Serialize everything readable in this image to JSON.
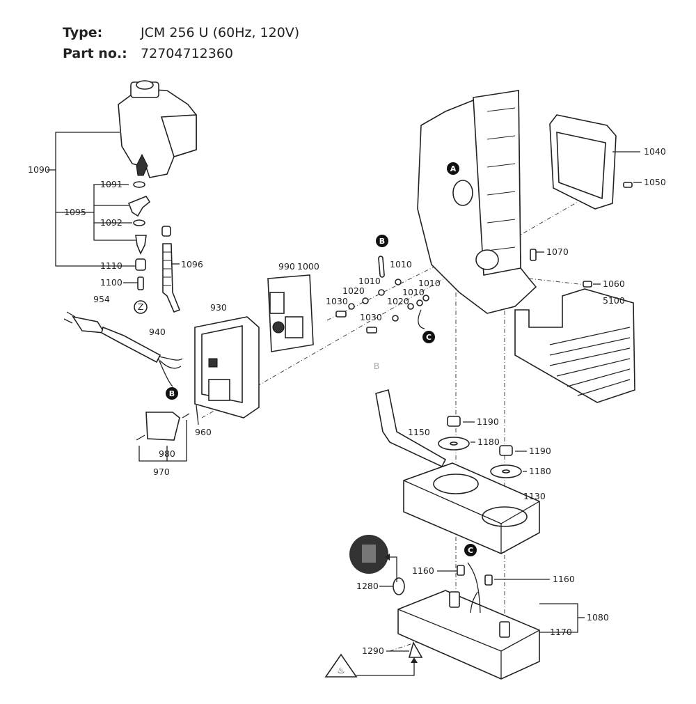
{
  "header": {
    "type_label": "Type:",
    "type_value": "JCM 256 U (60Hz, 120V)",
    "part_label": "Part no.:",
    "part_value": "72704712360"
  },
  "parts": {
    "p1090": "1090",
    "p1091": "1091",
    "p1095": "1095",
    "p1092": "1092",
    "p1110": "1110",
    "p1100": "1100",
    "p1096": "1096",
    "p954": "954",
    "p940": "940",
    "p930": "930",
    "p960": "960",
    "p980": "980",
    "p970": "970",
    "p990": "990",
    "p1000": "1000",
    "p1010a": "1010",
    "p1010b": "1010",
    "p1010c": "1010",
    "p1010d": "1010",
    "p1020a": "1020",
    "p1020b": "1020",
    "p1030a": "1030",
    "p1030b": "1030",
    "p1040": "1040",
    "p1050": "1050",
    "p1070": "1070",
    "p1060": "1060",
    "p5100": "5100",
    "p1190a": "1190",
    "p1190b": "1190",
    "p1180a": "1180",
    "p1180b": "1180",
    "p1150": "1150",
    "p1130": "1130",
    "p1160a": "1160",
    "p1160b": "1160",
    "p1280": "1280",
    "p1080": "1080",
    "p1170": "1170",
    "p1290": "1290"
  },
  "markers": {
    "a": "A",
    "b1": "B",
    "b2": "B",
    "c1": "C",
    "c2": "C",
    "z": "Z",
    "b_ghost": "B"
  }
}
